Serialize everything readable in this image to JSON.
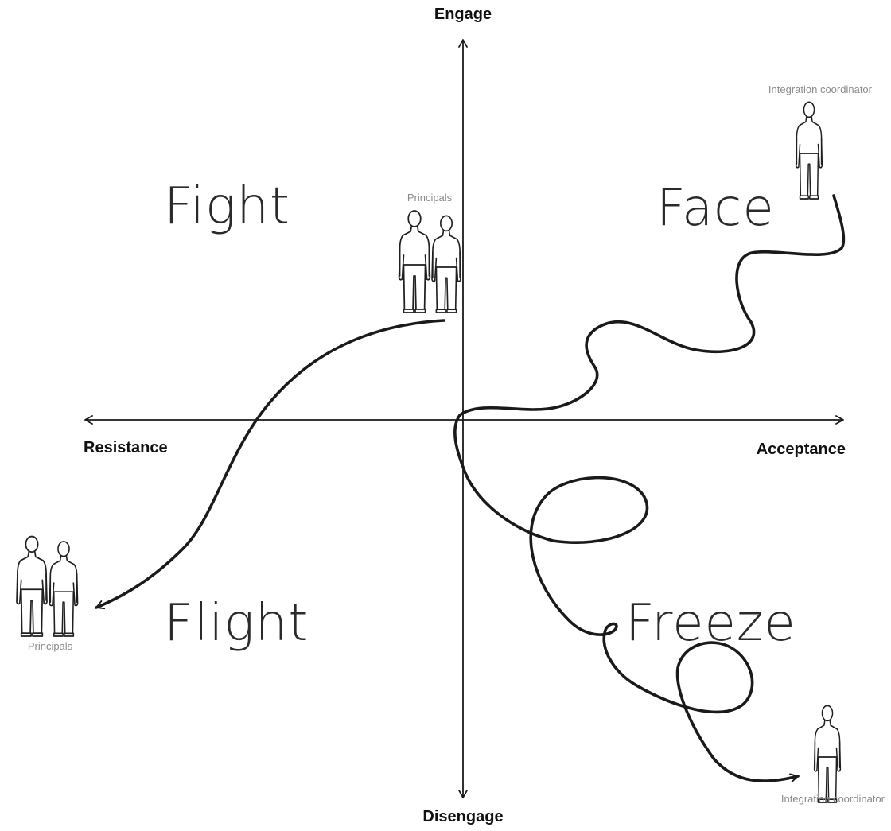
{
  "axes": {
    "top": "Engage",
    "bottom": "Disengage",
    "left": "Resistance",
    "right": "Acceptance"
  },
  "quadrants": {
    "top_left": "Fight",
    "top_right": "Face",
    "bottom_left": "Flight",
    "bottom_right": "Freeze"
  },
  "people": {
    "principals_top": "Principals",
    "principals_bottom": "Principals",
    "coordinator_top": "Integration coordinator",
    "coordinator_bottom": "Integration coordinator"
  },
  "icons": {
    "pair": "two-people-icon",
    "single": "person-icon"
  },
  "colors": {
    "ink": "#1a1a1a",
    "label_gray": "#8a8a8a"
  }
}
